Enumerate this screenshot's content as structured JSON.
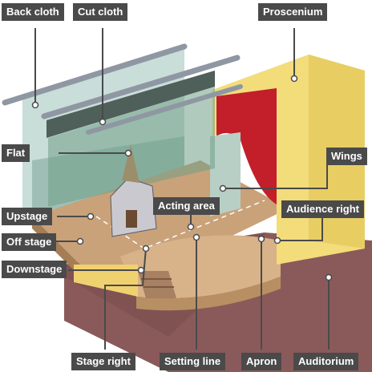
{
  "labels": {
    "back_cloth": "Back cloth",
    "cut_cloth": "Cut cloth",
    "proscenium": "Proscenium",
    "flat": "Flat",
    "wings": "Wings",
    "acting_area": "Acting area",
    "audience_right": "Audience right",
    "upstage": "Upstage",
    "off_stage": "Off stage",
    "downstage": "Downstage",
    "stage_right": "Stage right",
    "setting_line": "Setting line",
    "apron": "Apron",
    "auditorium": "Auditorium"
  },
  "colors": {
    "label_bg": "#4a4a4a",
    "label_text": "#ffffff",
    "proscenium": "#f3dc7a",
    "stage_floor": "#c9a27a",
    "auditorium_floor": "#8a5a5a",
    "curtain": "#c21f2b"
  }
}
